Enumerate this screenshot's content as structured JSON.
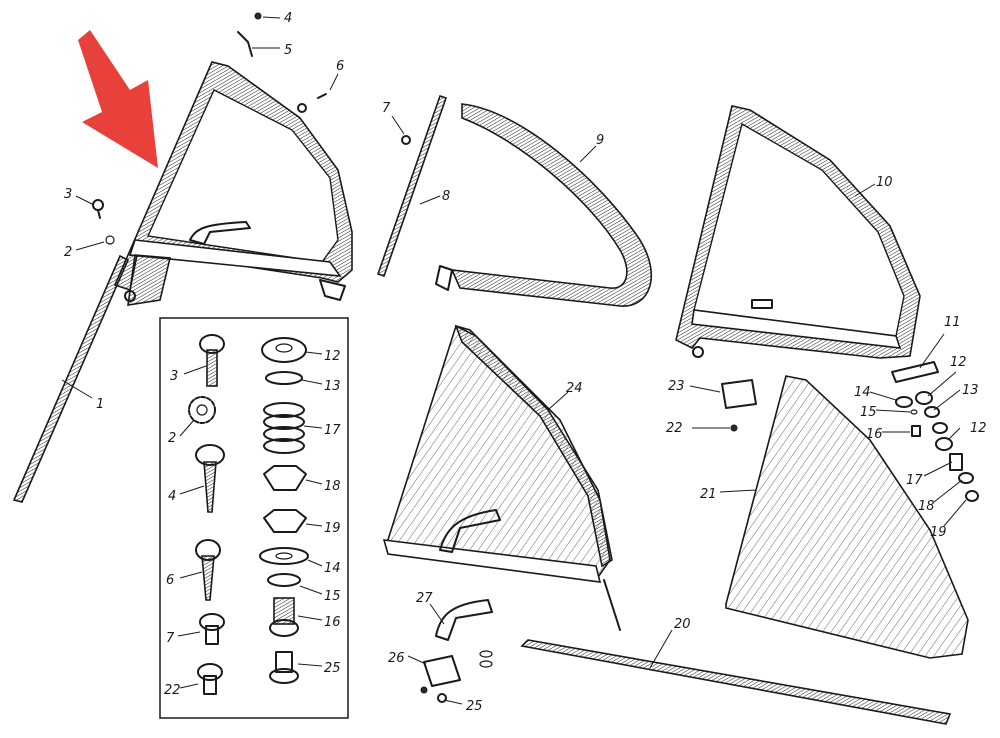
{
  "labels": {
    "l1": "1",
    "l2": "2",
    "l3": "3",
    "l4": "4",
    "l5": "5",
    "l6": "6",
    "l7": "7",
    "l8": "8",
    "l9": "9",
    "l10": "10",
    "l11": "11",
    "l12a": "12",
    "l13a": "13",
    "l14a": "14",
    "l15a": "15",
    "l16a": "16",
    "l17a": "17",
    "l18a": "18",
    "l19a": "19",
    "l20": "20",
    "l21": "21",
    "l22a": "22",
    "l23": "23",
    "l24": "24",
    "b3": "3",
    "b2": "2",
    "b4": "4",
    "b6": "6",
    "b7": "7",
    "b22": "22",
    "b12": "12",
    "b13": "13",
    "b17": "17",
    "b18": "18",
    "b19": "19",
    "b14": "14",
    "b15": "15",
    "b16": "16",
    "b25": "25",
    "r12a": "12",
    "r13": "13",
    "r12b": "12",
    "n26": "26",
    "n27": "27",
    "n25": "25"
  },
  "colors": {
    "arrow": "#e8413b",
    "ink": "#1a1a1a",
    "background": "#ffffff"
  },
  "annotation": {
    "icon": "red-arrow-icon"
  }
}
